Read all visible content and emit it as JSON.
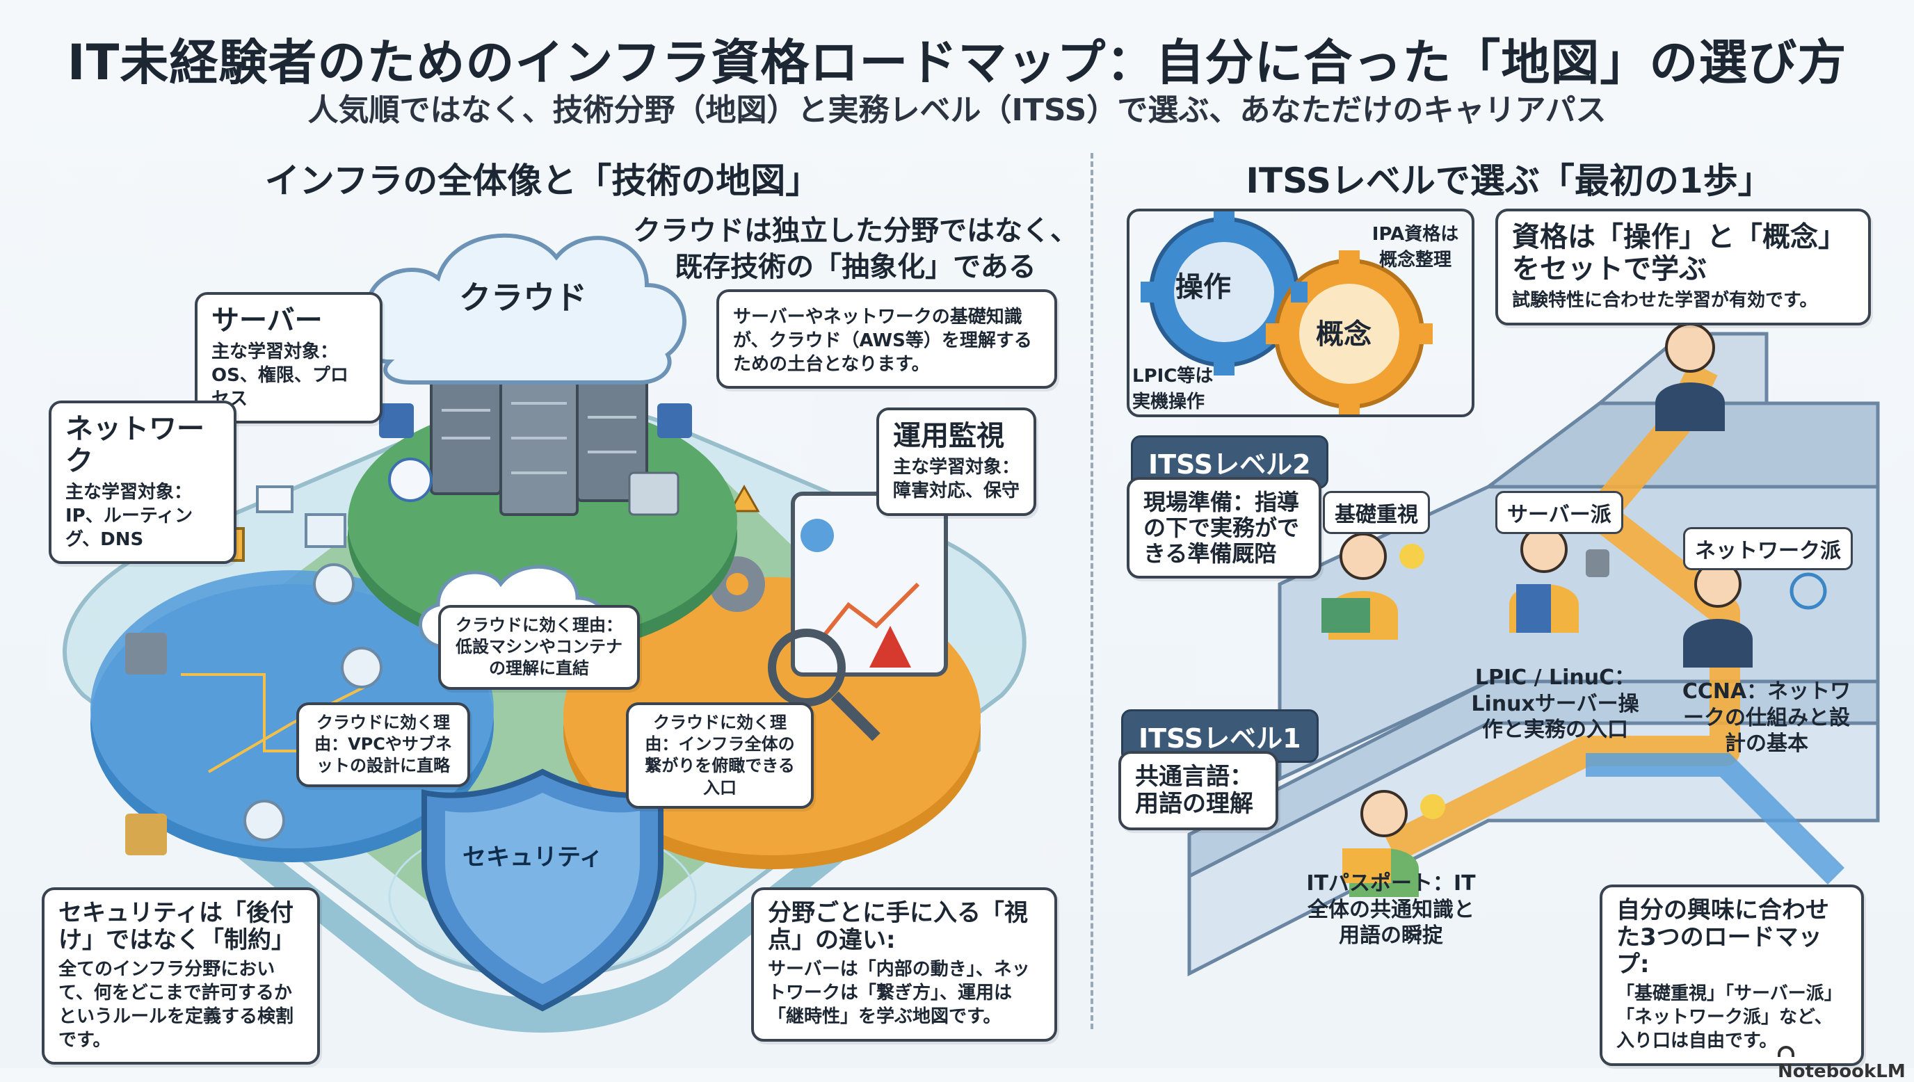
{
  "header": {
    "title": "IT未経験者のためのインフラ資格ロードマップ：自分に合った「地図」の選び方",
    "subtitle": "人気順ではなく、技術分野（地図）と実務レベル（ITSS）で選ぶ、あなただけのキャリアパス"
  },
  "left": {
    "heading": "インフラの全体像と「技術の地図」",
    "cloud_label": "クラウド",
    "cloud_note_title": "クラウドは独立した分野ではなく、既存技術の「抽象化」である",
    "cloud_note_body": "サーバーやネットワークの基礎知識が、クラウド（AWS等）を理解するための土台となります。",
    "server_title": "サーバー",
    "server_body": "主な学習対象：OS、権限、プロセス",
    "network_title": "ネットワーク",
    "network_body": "主な学習対象：IP、ルーティング、DNS",
    "ops_title": "運用監視",
    "ops_body": "主な学習対象：障害対応、保守",
    "cloud_server_reason": "クラウドに効く理由：低設マシンやコンテナの理解に直結",
    "cloud_network_reason": "クラウドに効く理由：VPCやサブネットの設計に直略",
    "cloud_ops_reason": "クラウドに効く理由：インフラ全体の繋がりを俯瞰できる入口",
    "security_label": "セキュリティ",
    "security_note_title": "セキュリティは「後付け」ではなく「制約」",
    "security_note_body": "全てのインフラ分野において、何をどこまで許可するかというルールを定義する検割です。",
    "viewpoint_title": "分野ごとに手に入る「視点」の違い:",
    "viewpoint_body": "サーバーは「内部の動き」、ネットワークは「繋ぎ方」、運用は「継時性」を学ぶ地図です。"
  },
  "right": {
    "heading": "ITSSレベルで選ぶ「最初の1歩」",
    "gear_op": "操作",
    "gear_concept": "概念",
    "ipa_note": "IPA資格は概念整理",
    "lpic_note": "LPIC等は実機操作",
    "pair_title": "資格は「操作」と「概念」をセットで学ぶ",
    "pair_body": "試験特性に合わせた学習が有効です。",
    "level2_tag": "ITSSレベル2",
    "level2_note": "現場準備：指導の下で実務ができる準備厩陪",
    "level1_tag": "ITSSレベル1",
    "level1_note": "共通言語：用語の理解",
    "type_basic": "基礎重視",
    "type_server": "サーバー派",
    "type_network": "ネットワーク派",
    "step_it": "ITパスポート：IT全体の共通知識と用語の瞬掟",
    "step_lpic": "LPIC / LinuC：Linuxサーバー操作と実務の入口",
    "step_ccna": "CCNA：ネットワークの仕組みと設計の基本",
    "roadmap_title": "自分の興味に合わせた3つのロードマップ:",
    "roadmap_body": "「基礎重視」「サーバー派」「ネットワーク派」など、入り口は自由です。"
  },
  "footer": {
    "brand": "NotebookLM"
  },
  "colors": {
    "navy": "#3c5a78",
    "cloud_green": "#4e9a60",
    "network_blue": "#3d86c6",
    "ops_orange": "#f0a63a",
    "security_blue": "#4f8fd0",
    "path_orange": "#f4ad3d",
    "gear_blue": "#3f8bd0",
    "gear_orange": "#f2a233"
  }
}
